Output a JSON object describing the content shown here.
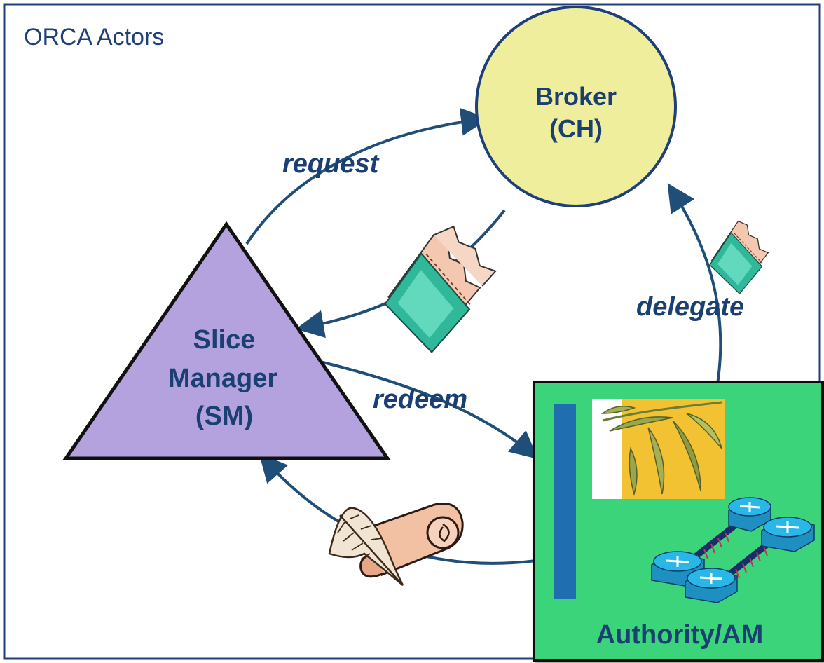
{
  "title": "ORCA Actors",
  "nodes": {
    "broker": {
      "line1": "Broker",
      "line2": "(CH)"
    },
    "slice_manager": {
      "line1": "Slice",
      "line2": "Manager",
      "line3": "(SM)"
    },
    "authority": {
      "label": "Authority/AM"
    }
  },
  "edges": {
    "request": "request",
    "delegate": "delegate",
    "redeem": "redeem"
  },
  "colors": {
    "border": "#1f3f7a",
    "arrow": "#1f4e79",
    "broker_fill": "#eeee9c",
    "slice_manager_fill": "#b3a2dd",
    "authority_fill": "#3bd47a",
    "authority_bar": "#1f6fb0",
    "router_fill": "#29b7e8"
  },
  "icons": [
    "ticket-icon",
    "ticket-icon",
    "scroll-quill-icon",
    "bamboo-image-icon",
    "router-network-icon"
  ]
}
